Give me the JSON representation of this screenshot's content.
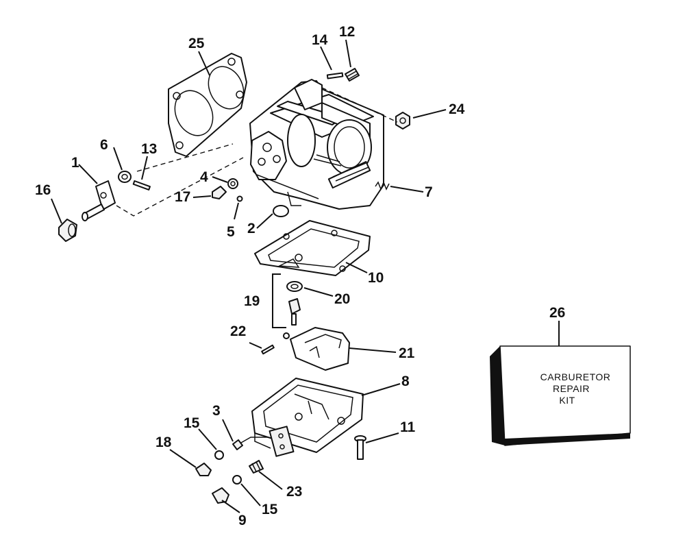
{
  "diagram": {
    "callouts": {
      "c1": "1",
      "c2": "2",
      "c3": "3",
      "c4": "4",
      "c5": "5",
      "c6": "6",
      "c7": "7",
      "c8": "8",
      "c9": "9",
      "c10": "10",
      "c11": "11",
      "c12": "12",
      "c13": "13",
      "c14": "14",
      "c15a": "15",
      "c15b": "15",
      "c16": "16",
      "c17": "17",
      "c18": "18",
      "c19": "19",
      "c20": "20",
      "c21": "21",
      "c22": "22",
      "c23": "23",
      "c24": "24",
      "c25": "25",
      "c26": "26"
    },
    "kit_label": {
      "line1": "CARBURETOR",
      "line2": "REPAIR",
      "line3": "KIT"
    }
  }
}
